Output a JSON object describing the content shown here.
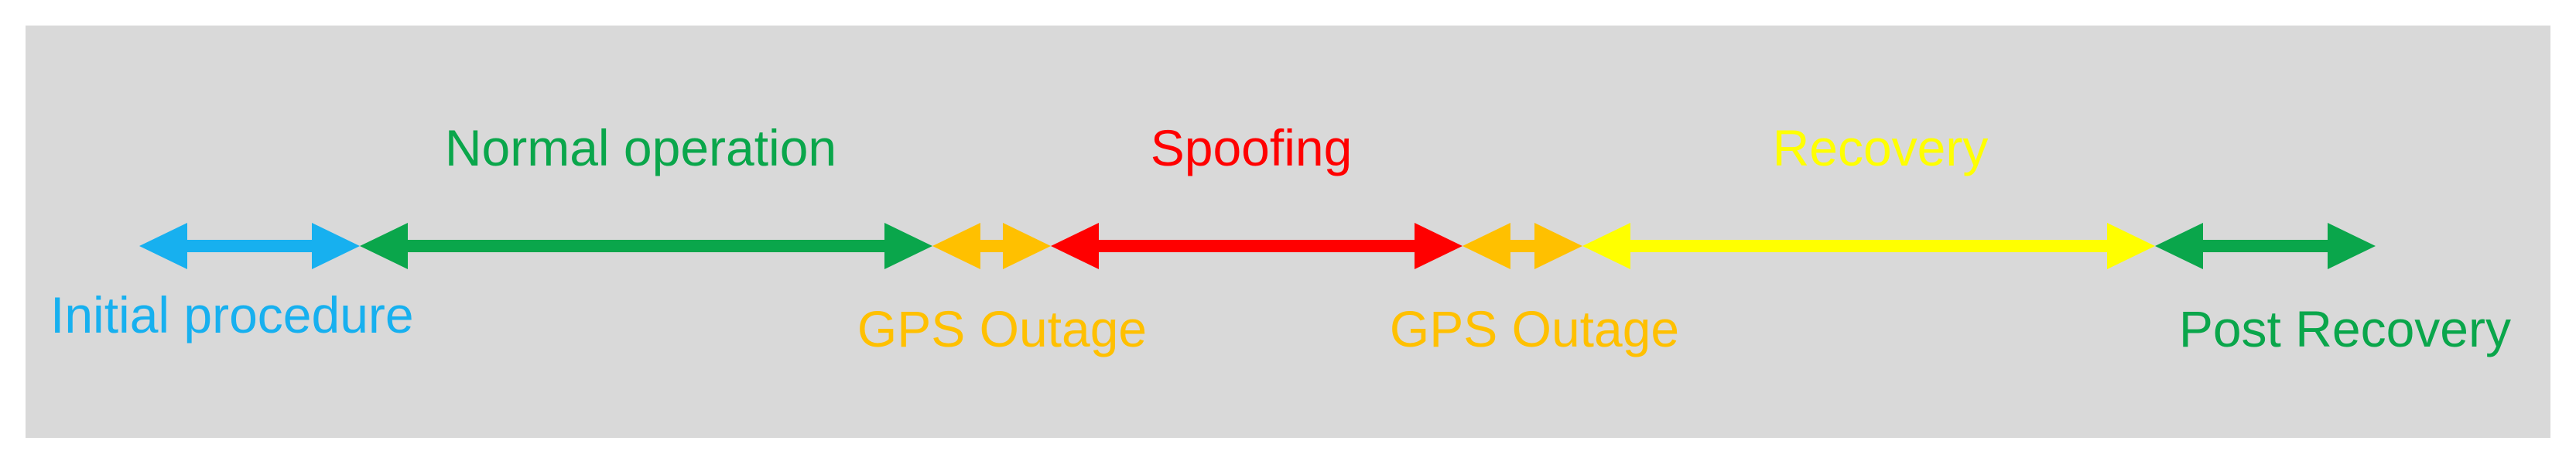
{
  "colors": {
    "background": "#d9d9d9",
    "blue": "#17b0ef",
    "green": "#0aa64b",
    "orange": "#ffc000",
    "red": "#ff0000",
    "yellow": "#ffff00"
  },
  "segments": [
    {
      "key": "initial",
      "label": "Initial procedure",
      "color": "#17b0ef",
      "label_pos": "below"
    },
    {
      "key": "normal",
      "label": "Normal operation",
      "color": "#0aa64b",
      "label_pos": "above"
    },
    {
      "key": "outage1",
      "label": "GPS Outage",
      "color": "#ffc000",
      "label_pos": "below"
    },
    {
      "key": "spoofing",
      "label": "Spoofing",
      "color": "#ff0000",
      "label_pos": "above"
    },
    {
      "key": "outage2",
      "label": "GPS Outage",
      "color": "#ffc000",
      "label_pos": "below"
    },
    {
      "key": "recovery",
      "label": "Recovery",
      "color": "#ffff00",
      "label_pos": "above"
    },
    {
      "key": "post",
      "label": "Post Recovery",
      "color": "#0aa64b",
      "label_pos": "below"
    }
  ]
}
